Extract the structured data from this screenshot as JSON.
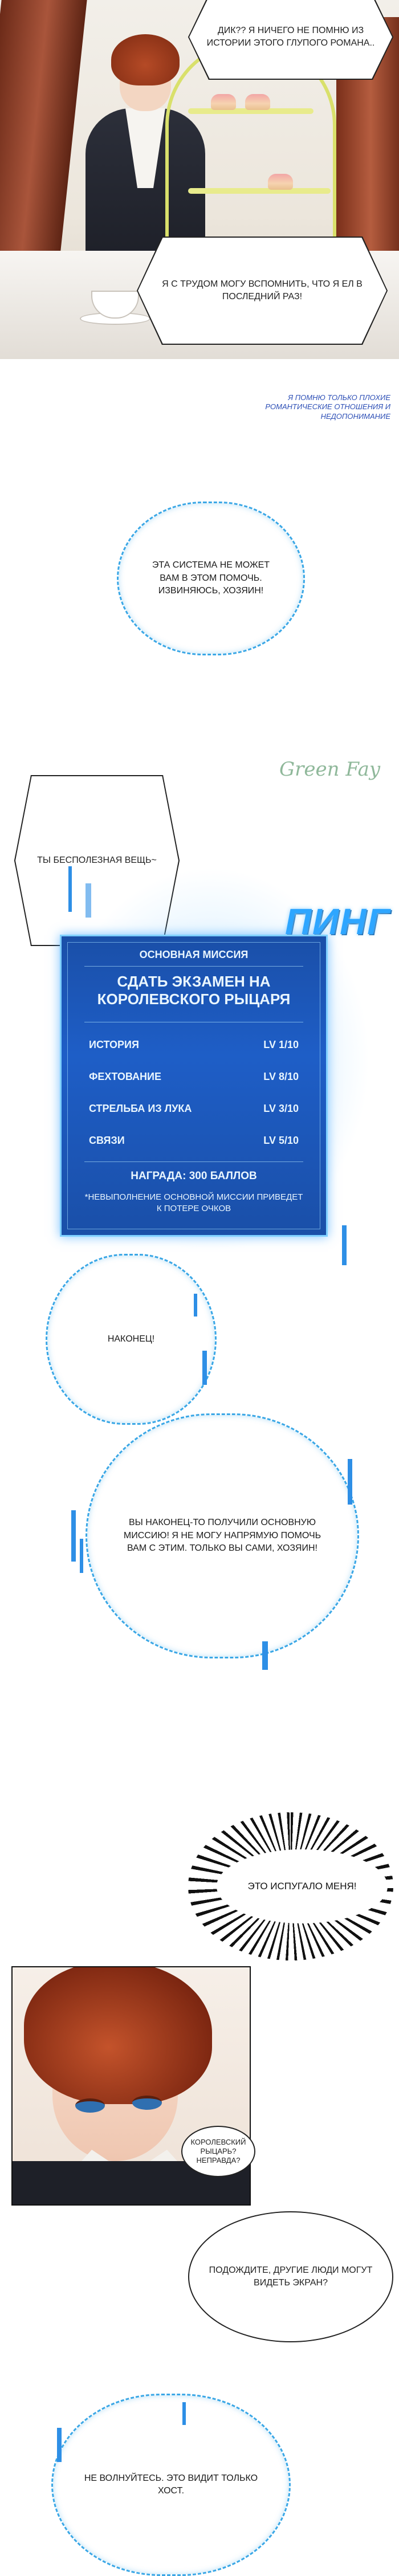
{
  "panel1": {
    "bubble_top": "ДИК?? Я НИЧЕГО НЕ ПОМНЮ ИЗ ИСТОРИИ ЭТОГО ГЛУПОГО РОМАНА..",
    "bubble_bottom": "Я С ТРУДОМ МОГУ ВСПОМНИТЬ, ЧТО Я ЕЛ В ПОСЛЕДНИЙ РАЗ!",
    "aside": "Я ПОМНЮ ТОЛЬКО ПЛОХИЕ РОМАНТИЧЕСКИЕ ОТНОШЕНИЯ И НЕДОПОНИМАНИЕ"
  },
  "system_msg_1": "ЭТА СИСТЕМА НЕ МОЖЕТ ВАМ В ЭТОМ ПОМОЧЬ. ИЗВИНЯЮСЬ, ХОЗЯИН!",
  "watermark": "Green Fay",
  "speech_useless": "ТЫ БЕСПОЛЕЗНАЯ ВЕЩЬ~",
  "ping": "ПИНГ",
  "system_window": {
    "header": "ОСНОВНАЯ МИССИЯ",
    "title": "СДАТЬ ЭКЗАМЕН НА КОРОЛЕВСКОГО РЫЦАРЯ",
    "stats": [
      {
        "name": "ИСТОРИЯ",
        "level": "LV 1/10"
      },
      {
        "name": "ФЕХТОВАНИЕ",
        "level": "LV 8/10"
      },
      {
        "name": "СТРЕЛЬБА ИЗ ЛУКА",
        "level": "LV 3/10"
      },
      {
        "name": "СВЯЗИ",
        "level": "LV 5/10"
      }
    ],
    "reward": "НАГРАДА: 300 БАЛЛОВ",
    "note": "*НЕВЫПОЛНЕНИЕ ОСНОВНОЙ МИССИИ ПРИВЕДЕТ К ПОТЕРЕ ОЧКОВ"
  },
  "system_msg_finally": "НАКОНЕЦ!",
  "system_msg_2": "ВЫ НАКОНЕЦ-ТО ПОЛУЧИЛИ ОСНОВНУЮ МИССИЮ! Я НЕ МОГУ НАПРЯМУЮ ПОМОЧЬ ВАМ С ЭТИМ. ТОЛЬКО ВЫ САМИ, ХОЗЯИН!",
  "shout": "ЭТО ИСПУГАЛО МЕНЯ!",
  "small_thought": "КОРОЛЕВСКИЙ РЫЦАРЬ? НЕПРАВДА?",
  "speech_wait": "ПОДОЖДИТЕ, ДРУГИЕ ЛЮДИ МОГУТ ВИДЕТЬ ЭКРАН?",
  "system_msg_3": "НЕ ВОЛНУЙТЕСЬ. ЭТО ВИДИТ ТОЛЬКО ХОСТ."
}
